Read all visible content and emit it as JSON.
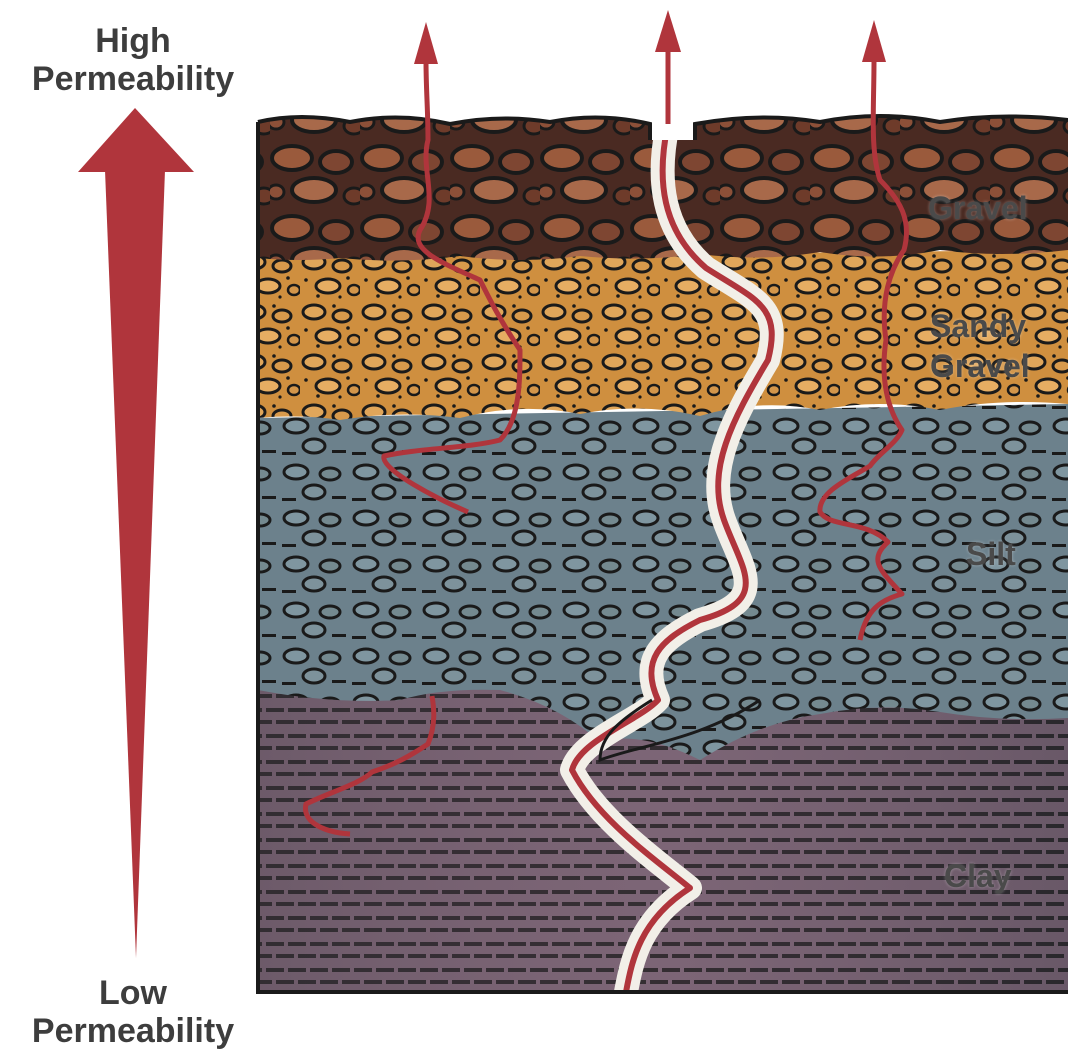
{
  "axis": {
    "top_line1": "High",
    "top_line2": "Permeability",
    "bottom_line1": "Low",
    "bottom_line2": "Permeability"
  },
  "layers": [
    {
      "id": "gravel",
      "label_lines": [
        "Gravel"
      ],
      "color": "#6b3a2a"
    },
    {
      "id": "sandy-gravel",
      "label_lines": [
        "Sandy",
        "Gravel"
      ],
      "color": "#c98a3a"
    },
    {
      "id": "silt",
      "label_lines": [
        "Silt"
      ],
      "color": "#6f8590"
    },
    {
      "id": "clay",
      "label_lines": [
        "Clay"
      ],
      "color": "#7b6476"
    }
  ],
  "colors": {
    "arrow": "#b0353c",
    "flow_path": "#b0353c",
    "fracture": "#f2efe8",
    "outline": "#1a1a1a"
  }
}
